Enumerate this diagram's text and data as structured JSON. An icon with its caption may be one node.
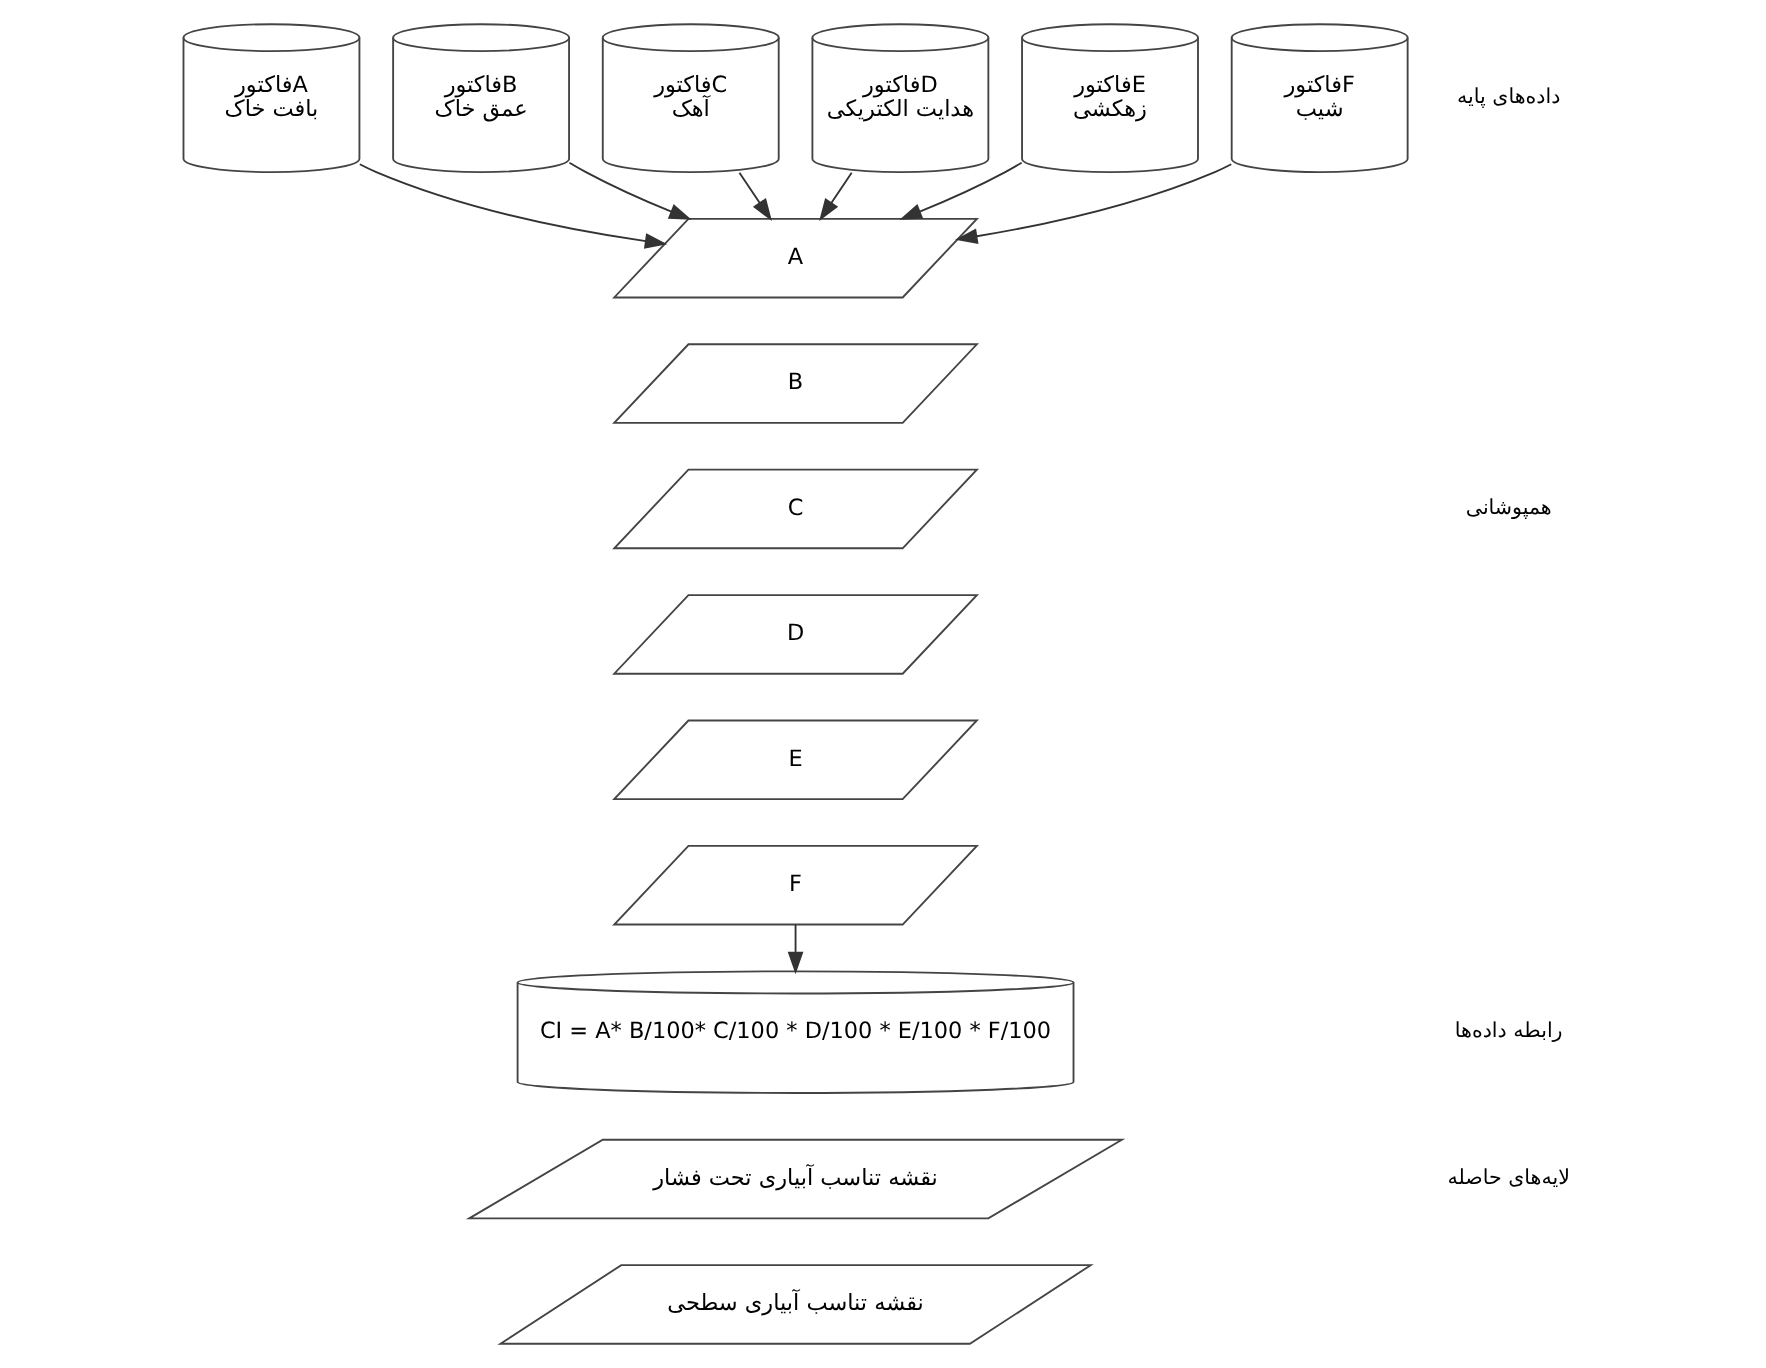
{
  "diagram": {
    "nodes": [
      {
        "text": [
          "فاکتورA",
          "بافت خاک"
        ]
      },
      {
        "text": [
          "فاکتورB",
          "عمق خاک"
        ]
      },
      {
        "text": [
          "فاکتورC",
          "آهک"
        ]
      },
      {
        "text": [
          "فاکتورD",
          "هدایت الکتریکی"
        ]
      },
      {
        "text": [
          "فاکتورE",
          "زهکشی"
        ]
      },
      {
        "text": [
          "فاکتورF",
          "شیب"
        ]
      },
      {
        "text": [
          "A"
        ]
      },
      {
        "text": [
          "B"
        ]
      },
      {
        "text": [
          "C"
        ]
      },
      {
        "text": [
          "D"
        ]
      },
      {
        "text": [
          "E"
        ]
      },
      {
        "text": [
          "F"
        ]
      },
      {
        "text": [
          "CI = A* B/100* C/100 * D/100 * E/100 * F/100"
        ]
      },
      {
        "text": [
          "نقشه تناسب آبیاری تحت فشار"
        ]
      },
      {
        "text": [
          "نقشه تناسب آبیاری سطحی"
        ]
      }
    ],
    "edges": [
      {
        "from": 0,
        "to": 6,
        "arrow": "to"
      },
      {
        "from": 1,
        "to": 6,
        "arrow": "to"
      },
      {
        "from": 2,
        "to": 6,
        "arrow": "to"
      },
      {
        "from": 3,
        "to": 6,
        "arrow": "to"
      },
      {
        "from": 4,
        "to": 6,
        "arrow": "to"
      },
      {
        "from": 5,
        "to": 6,
        "arrow": "to"
      },
      {
        "from": 11,
        "to": 12,
        "arrow": "to"
      }
    ],
    "labels": [
      "داده‌های پایه",
      "همپوشانی",
      "رابطه داده‌ها",
      "لایه‌های حاصله"
    ]
  }
}
